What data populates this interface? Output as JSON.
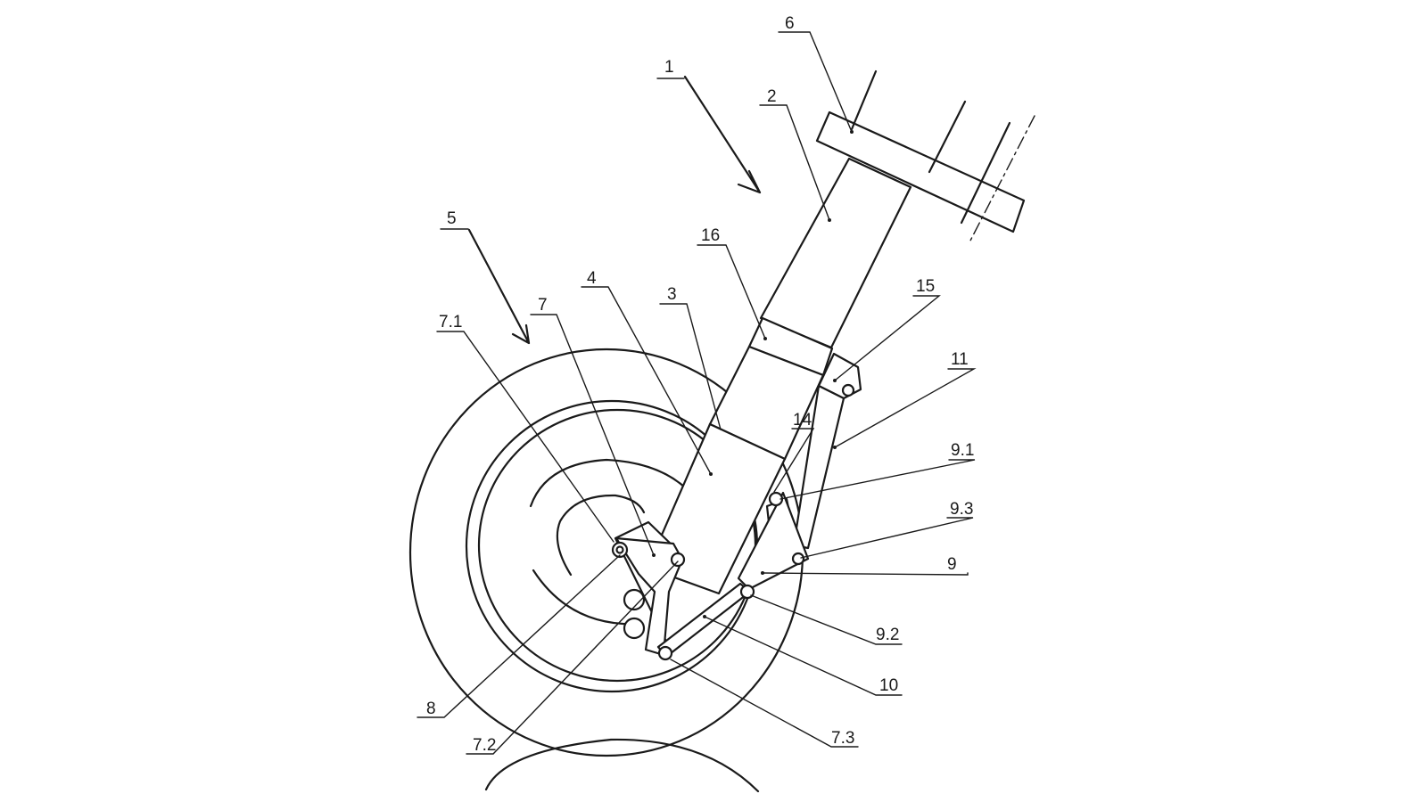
{
  "labels": {
    "l1": "1",
    "l2": "2",
    "l3": "3",
    "l4": "4",
    "l5": "5",
    "l6": "6",
    "l7": "7",
    "l7_1": "7.1",
    "l7_2": "7.2",
    "l7_3": "7.3",
    "l8": "8",
    "l9": "9",
    "l9_1": "9.1",
    "l9_2": "9.2",
    "l9_3": "9.3",
    "l10": "10",
    "l11": "11",
    "l14": "14",
    "l15": "15",
    "l16": "16"
  },
  "colors": {
    "ink": "#1a1a1a",
    "paper": "#ffffff"
  }
}
